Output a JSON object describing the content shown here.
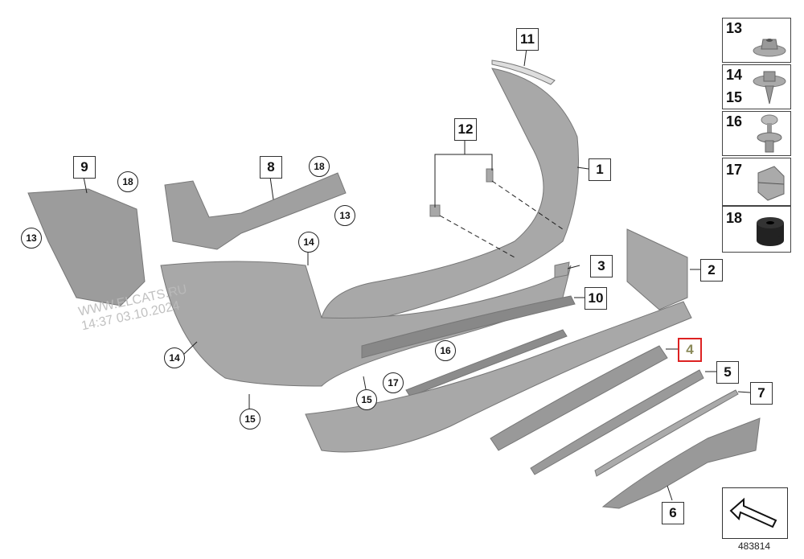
{
  "diagram": {
    "callouts": [
      "11",
      "12",
      "1",
      "9",
      "18",
      "8",
      "18",
      "13",
      "13",
      "14",
      "3",
      "2",
      "10",
      "16",
      "4",
      "5",
      "7",
      "14",
      "17",
      "15",
      "15",
      "6"
    ],
    "highlighted_part": "4",
    "side_panel": [
      "13",
      "14",
      "15",
      "16",
      "17",
      "18"
    ],
    "watermark": {
      "line1": "WWW.ELCATS.RU",
      "line2": "14:37 03.10.2024"
    },
    "reference_number": "483814",
    "colors": {
      "part_fill": "#a9a9a9",
      "highlight": "#d22222"
    }
  }
}
